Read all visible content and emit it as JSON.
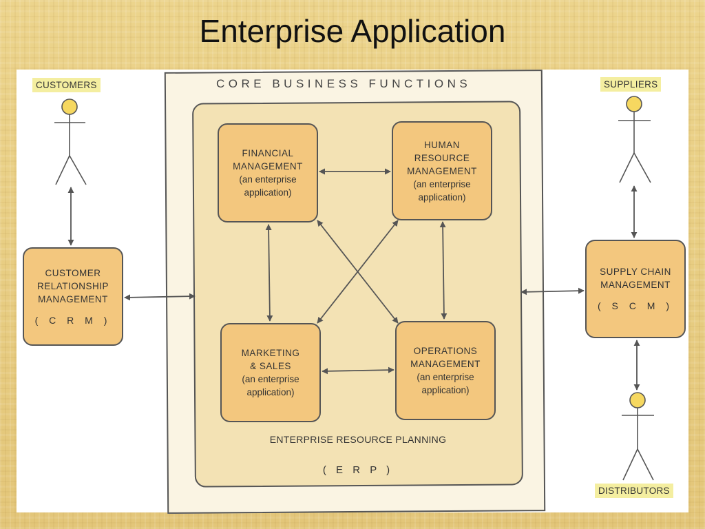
{
  "title": "Enterprise Application",
  "labels": {
    "customers": "CUSTOMERS",
    "suppliers": "SUPPLIERS",
    "distributors": "DISTRIBUTORS"
  },
  "core": {
    "title": "CORE BUSINESS FUNCTIONS",
    "erp_title": "ENTERPRISE RESOURCE PLANNING",
    "erp_abbr": "( E R P )"
  },
  "nodes": {
    "financial": {
      "lines": [
        "FINANCIAL",
        "MANAGEMENT"
      ],
      "sub": [
        "(an enterprise",
        "application)"
      ]
    },
    "hr": {
      "lines": [
        "HUMAN",
        "RESOURCE",
        "MANAGEMENT"
      ],
      "sub": [
        "(an enterprise",
        "application)"
      ]
    },
    "marketing": {
      "lines": [
        "MARKETING",
        "& SALES"
      ],
      "sub": [
        "(an enterprise",
        "application)"
      ]
    },
    "operations": {
      "lines": [
        "OPERATIONS",
        "MANAGEMENT"
      ],
      "sub": [
        "(an enterprise",
        "application)"
      ]
    },
    "crm": {
      "lines": [
        "CUSTOMER",
        "RELATIONSHIP",
        "MANAGEMENT"
      ],
      "abbr": "( C R M )"
    },
    "scm": {
      "lines": [
        "SUPPLY CHAIN",
        "MANAGEMENT"
      ],
      "abbr": "( S C M )"
    }
  },
  "colors": {
    "background": "#e9cf86",
    "node_fill": "#f3c77e",
    "erp_fill": "#f3e2b4",
    "core_fill": "#faf4e3",
    "label_fill": "#f4eea0",
    "actor_head": "#f6d860",
    "line": "#555555"
  }
}
